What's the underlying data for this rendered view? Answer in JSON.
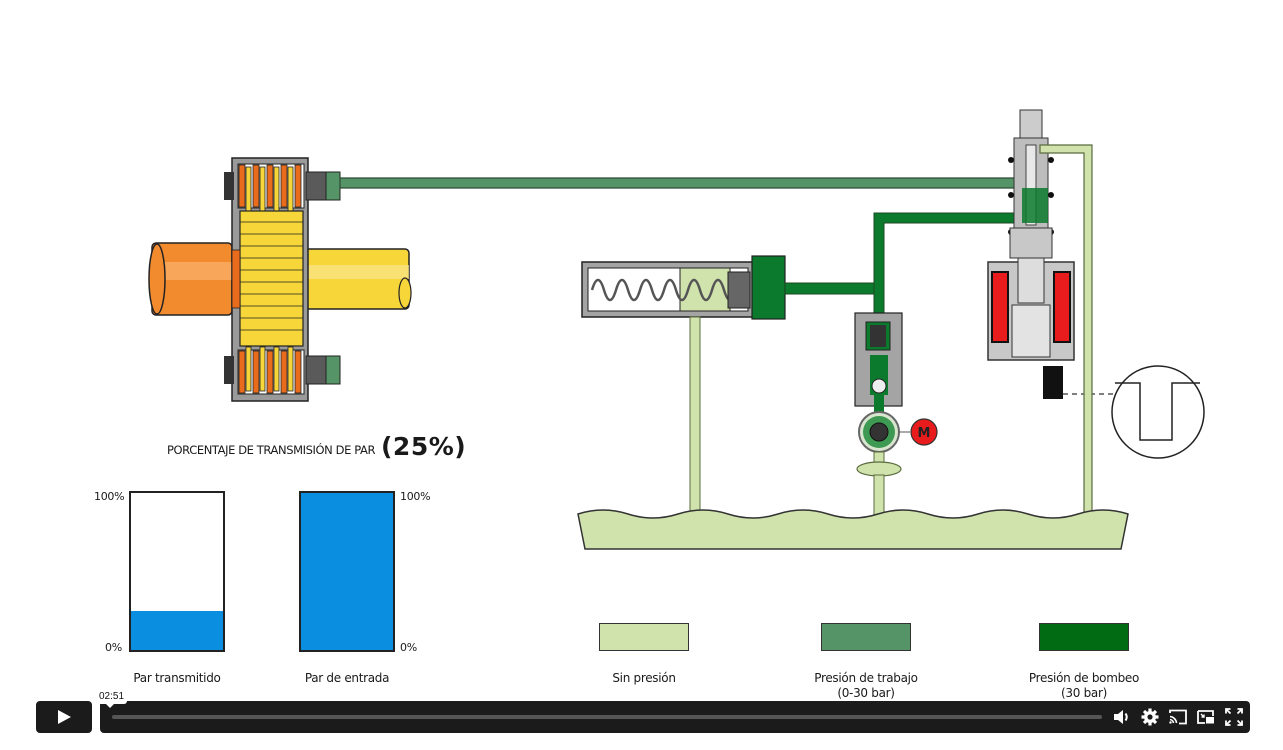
{
  "diagram": {
    "torque_title": "PORCENTAJE DE TRANSMISIÓN DE PAR",
    "torque_value": "(25%)",
    "gauges": [
      {
        "label": "Par transmitido",
        "top_label": "100%",
        "bottom_label": "0%",
        "fill_fraction": 0.25,
        "color": "#0a8ee0"
      },
      {
        "label": "Par de entrada",
        "top_label": "100%",
        "bottom_label": "0%",
        "fill_fraction": 1.0,
        "color": "#0a8ee0"
      }
    ],
    "legend": [
      {
        "label": "Sin presión",
        "sublabel": "",
        "color": "#d0e3ac"
      },
      {
        "label": "Presión de trabajo",
        "sublabel": "(0-30 bar)",
        "color": "#559466"
      },
      {
        "label": "Presión de bombeo",
        "sublabel": "(30 bar)",
        "color": "#006b12"
      }
    ],
    "motor_label": "M",
    "colors": {
      "no_pressure": "#d0e3ac",
      "working_pressure": "#559466",
      "pump_pressure": "#0b7a2c",
      "housing_gray": "#a4a4a4",
      "coil_red": "#e81c1c",
      "shaft_orange": "#f28a2e",
      "shaft_yellow": "#f7d63a"
    }
  },
  "player": {
    "current_time": "02:51",
    "progress_fraction": 0.0,
    "play_icon": "play-icon",
    "volume_icon": "volume-icon",
    "settings_icon": "gear-icon",
    "cast_icon": "cast-icon",
    "pip_icon": "picture-in-picture-icon",
    "fullscreen_icon": "fullscreen-icon"
  }
}
